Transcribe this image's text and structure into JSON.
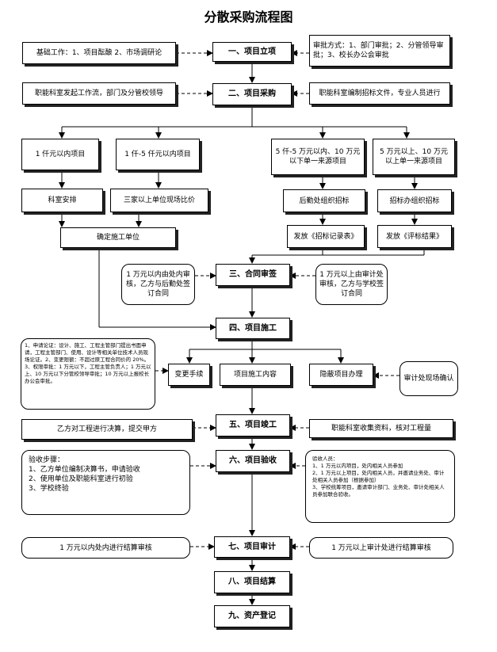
{
  "title": "分散采购流程图",
  "steps": {
    "s1": "一、项目立项",
    "s2": "二、项目采购",
    "s3": "三、合同审签",
    "s4": "四、项目施工",
    "s5": "五、项目竣工",
    "s6": "六、项目验收",
    "s7": "七、项目审计",
    "s8": "八、项目结算",
    "s9": "九、资产登记"
  },
  "notes": {
    "basic_work": "基础工作：1、项目酝酿 2、市场调研论",
    "approval_mode": "审批方式：1、部门审批；2、分管领导审批；3、校长办公会审批",
    "dept_initiate": "职能科室发起工作流，部门及分管校领导",
    "dept_bidding_doc": "职能科室编制招标文件，专业人员进行",
    "tier1": "1 仟元以内项目",
    "tier2": "1 仟-5 仟元以内项目",
    "tier3": "5 仟-5 万元以内、10 万元以下单一来源项目",
    "tier4": "5 万元以上、10 万元以上单一来源项目",
    "dept_arrange": "科室安排",
    "three_quotes": "三家以上单位现场比价",
    "logistics_bid": "后勤处组织招标",
    "bid_office": "招标办组织招标",
    "confirm_builder": "确定施工单位",
    "issue_record": "发放《招标记录表》",
    "issue_result": "发放《评标结果》",
    "contract_small": "1 万元以内由处内审核，乙方与后勤处签订合同",
    "contract_large": "1 万元以上由审计处审核，乙方与学校签订合同",
    "change_procedure": "1、申请论证：设计、施工、工程主管部门提出书面申请，工程主管部门、使用、设计等相关单位技术人员现场论证。2、变更限额：不超过原工程合同价的 20%。3、权限审批：1 万元以下，工程主管负责人；1 万元以上、10 万元以下分管校领导审批；10 万元以上报校长办公会审批。",
    "change_formalities": "变更手续",
    "change_content": "项目施工内容",
    "hidden_works": "隐蔽项目办理",
    "audit_site": "审计处现场确认",
    "party_b_settle": "乙方对工程进行决算，提交甲方",
    "dept_receive": "职能科室收集资料，核对工程量",
    "acceptance_steps": "验收步骤：\n1、乙方单位编制决算书，申请验收\n2、使用单位及职能科室进行初验\n3、学校终验",
    "acceptance_people_title": "验收人员：",
    "acceptance_people_1": "1、1 万元以内项目，处内相关人员参加",
    "acceptance_people_2": "2、1 万元以上项目，处内相关人员，并邀请业务处、审计处相关人员参加（根据参加）",
    "acceptance_people_3": "3、学校统筹项目，邀请审计部门、业务处、审计处相关人员参加联合验收。",
    "audit_small": "1 万元以内处内进行结算审核",
    "audit_large": "1 万元以上审计处进行结算审核"
  }
}
